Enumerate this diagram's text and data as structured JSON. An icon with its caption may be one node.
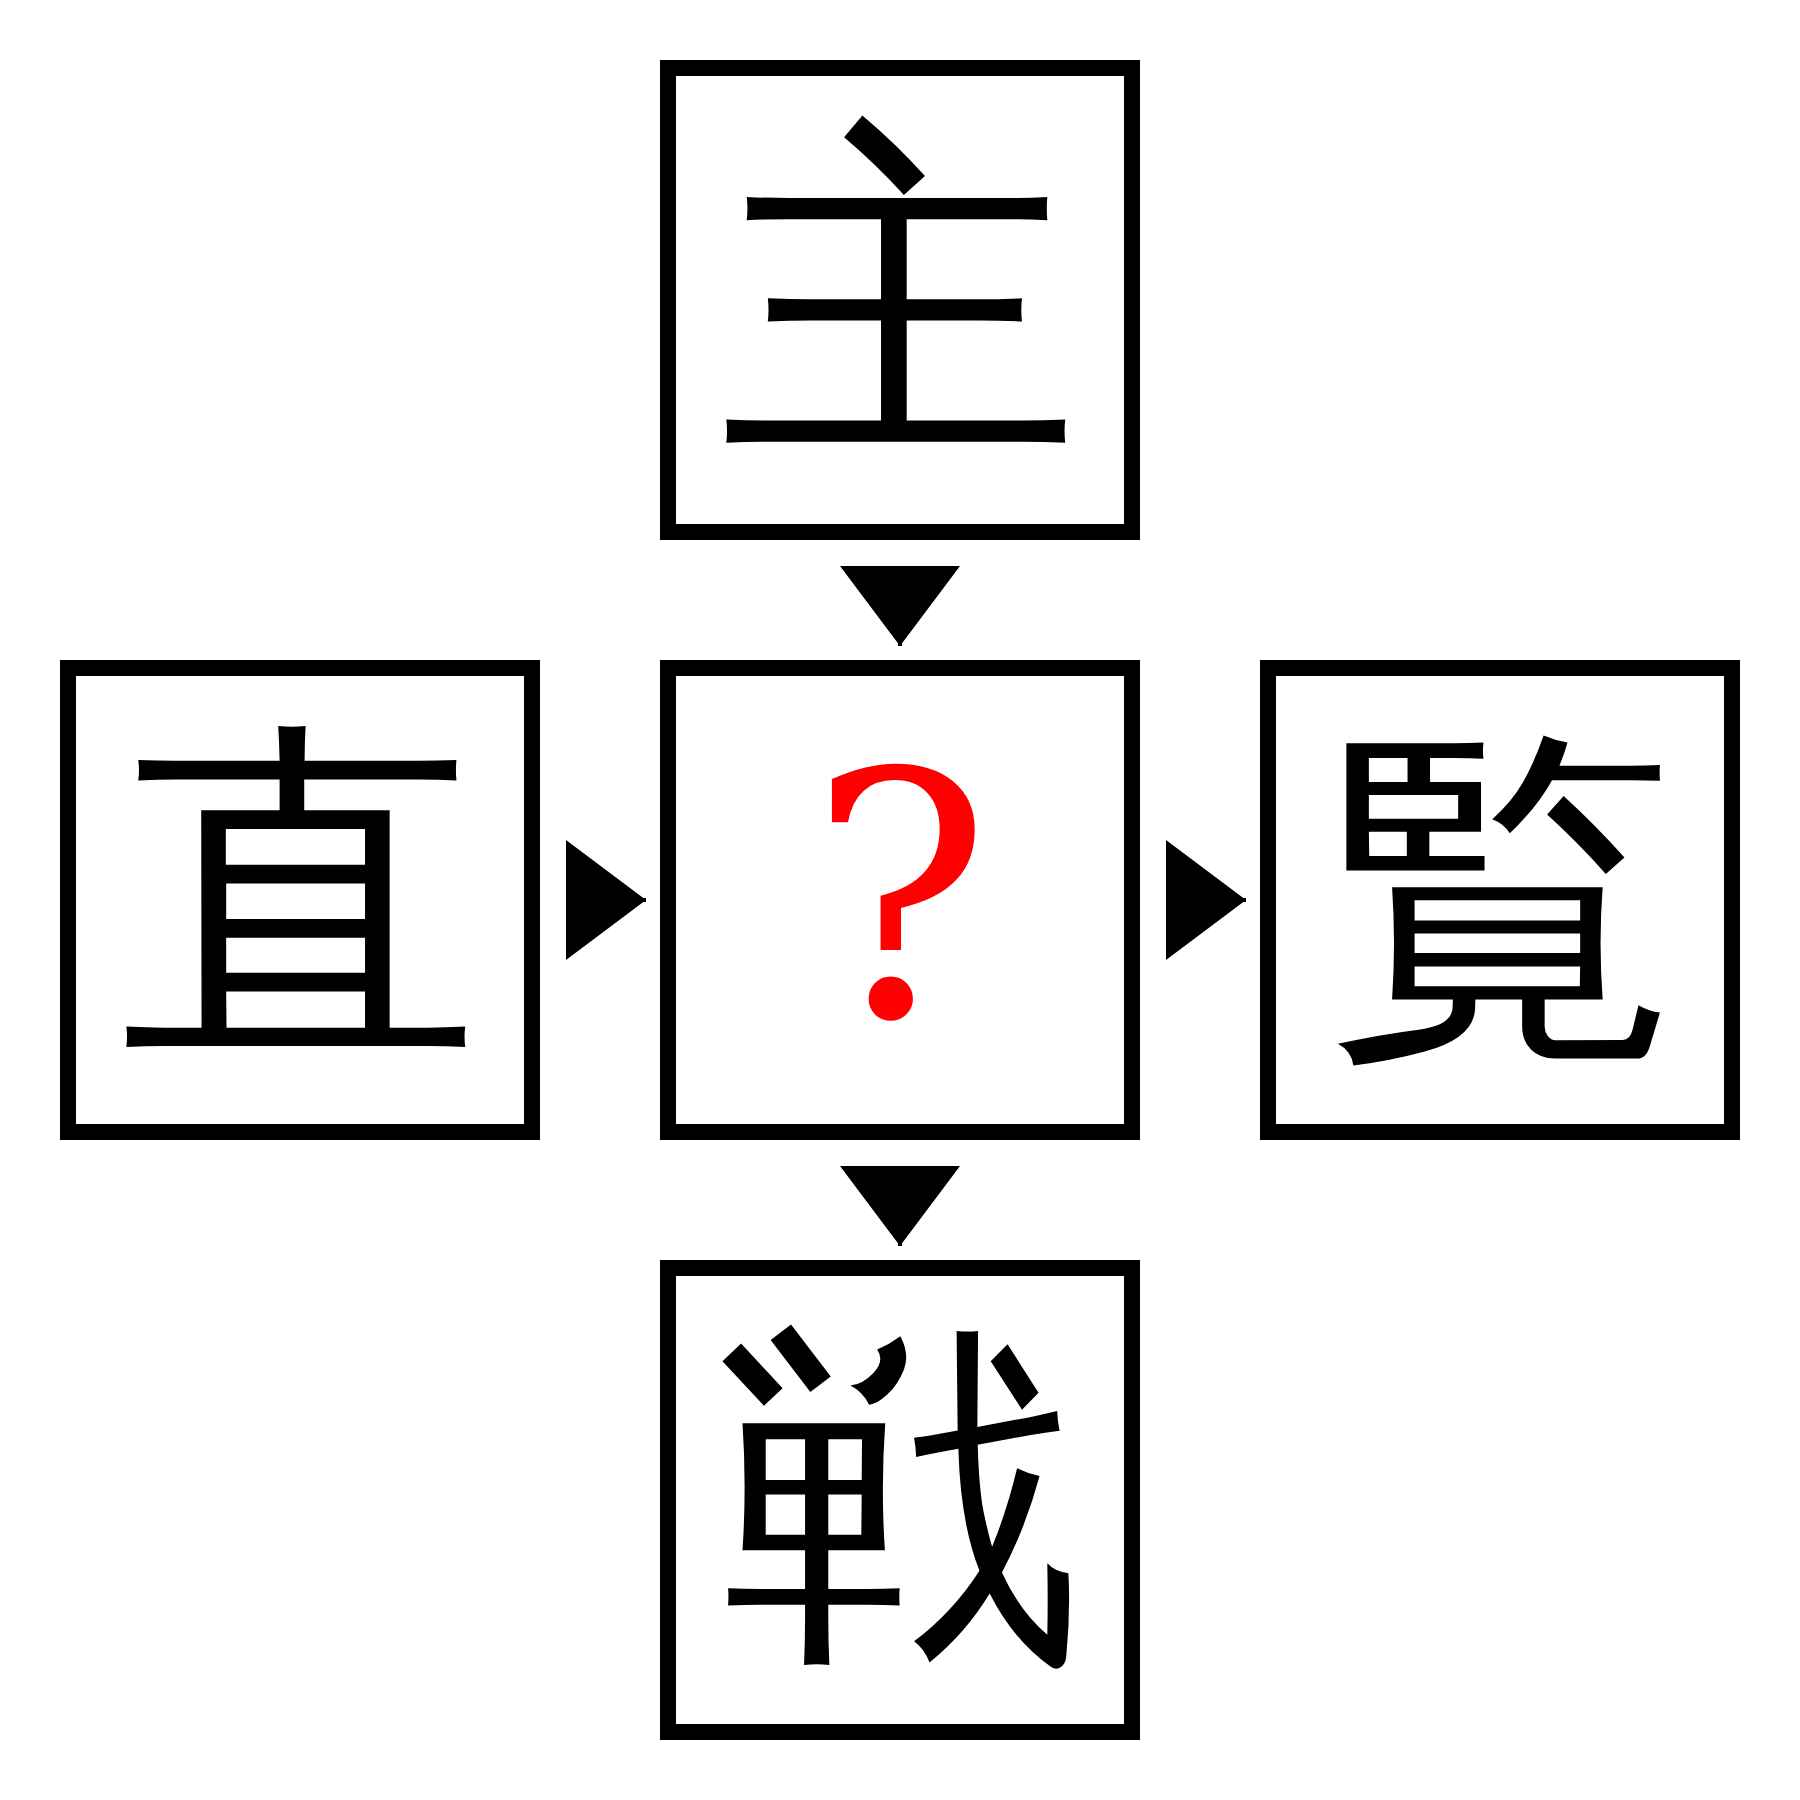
{
  "diagram": {
    "nodes": [
      {
        "text": [
          "主"
        ]
      },
      {
        "text": [
          "直"
        ]
      },
      {
        "text": [
          "?"
        ]
      },
      {
        "text": [
          "覧"
        ]
      },
      {
        "text": [
          "戦"
        ]
      }
    ],
    "edges": [
      {
        "from": 0,
        "to": 2,
        "arrow": "to"
      },
      {
        "from": 1,
        "to": 2,
        "arrow": "to"
      },
      {
        "from": 2,
        "to": 3,
        "arrow": "to"
      },
      {
        "from": 2,
        "to": 4,
        "arrow": "to"
      }
    ]
  }
}
